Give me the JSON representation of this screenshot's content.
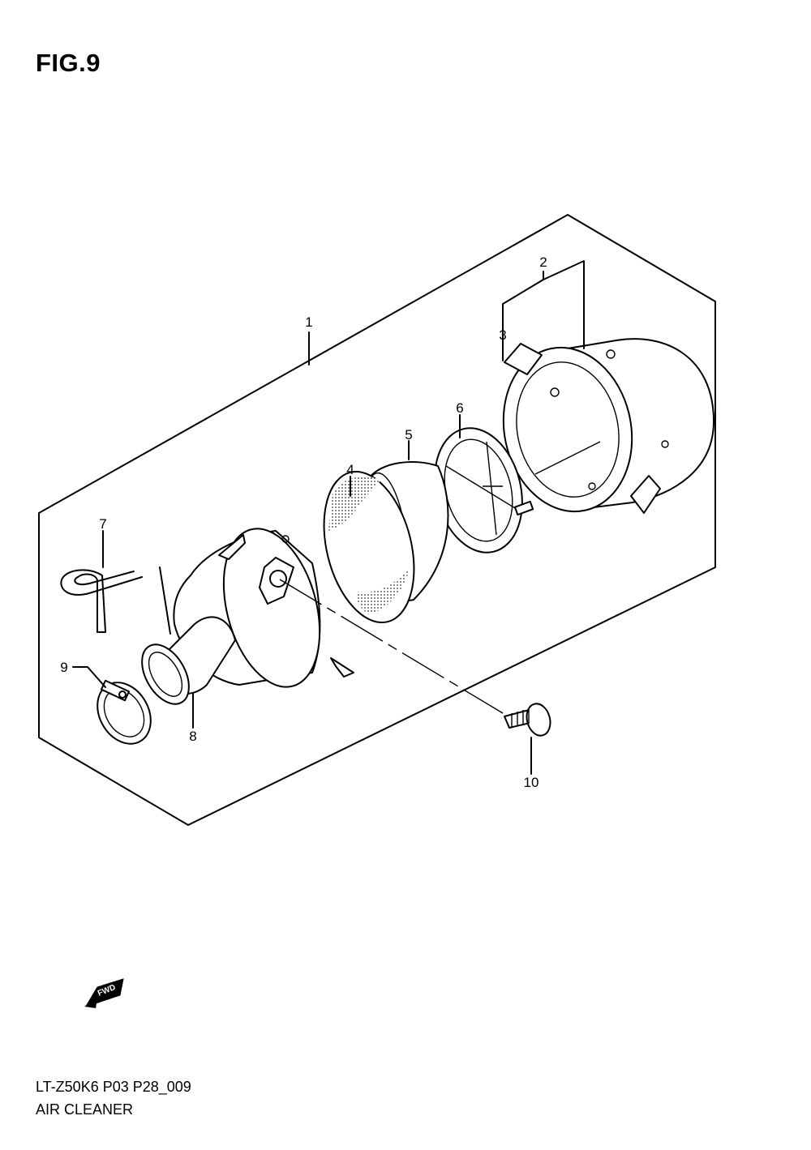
{
  "figure": {
    "title": "FIG.9",
    "code": "LT-Z50K6 P03 P28_009",
    "name": "AIR CLEANER"
  },
  "callouts": {
    "p1": "1",
    "p2": "2",
    "p3": "3",
    "p4": "4",
    "p5": "5",
    "p6": "6",
    "p7": "7",
    "p8": "8",
    "p9": "9",
    "p10": "10"
  },
  "fwd_badge": {
    "label": "FWD",
    "icon": "forward-arrow-icon"
  }
}
